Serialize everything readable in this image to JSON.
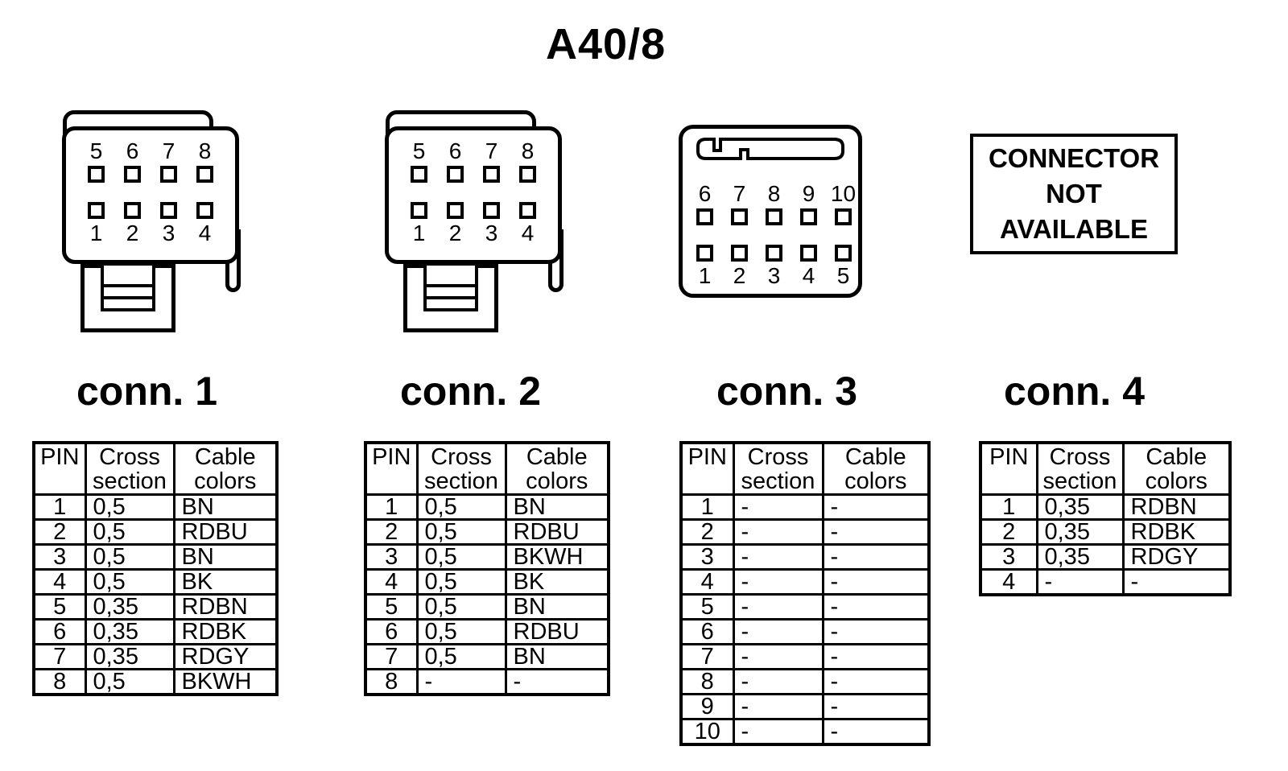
{
  "title": "A40/8",
  "colors": {
    "ink": "#000000",
    "paper": "#ffffff"
  },
  "table_headers": [
    "PIN",
    "Cross section",
    "Cable colors"
  ],
  "connectors": [
    {
      "label": "conn. 1",
      "drawing": "8-pin-plug",
      "top_pins": [
        "5",
        "6",
        "7",
        "8"
      ],
      "bottom_pins": [
        "1",
        "2",
        "3",
        "4"
      ],
      "table": {
        "headers": [
          "PIN",
          "Cross section",
          "Cable colors"
        ],
        "rows": [
          [
            "1",
            "0,5",
            "BN"
          ],
          [
            "2",
            "0,5",
            "RDBU"
          ],
          [
            "3",
            "0,5",
            "BN"
          ],
          [
            "4",
            "0,5",
            "BK"
          ],
          [
            "5",
            "0,35",
            "RDBN"
          ],
          [
            "6",
            "0,35",
            "RDBK"
          ],
          [
            "7",
            "0,35",
            "RDGY"
          ],
          [
            "8",
            "0,5",
            "BKWH"
          ]
        ]
      }
    },
    {
      "label": "conn. 2",
      "drawing": "8-pin-plug",
      "top_pins": [
        "5",
        "6",
        "7",
        "8"
      ],
      "bottom_pins": [
        "1",
        "2",
        "3",
        "4"
      ],
      "table": {
        "headers": [
          "PIN",
          "Cross section",
          "Cable colors"
        ],
        "rows": [
          [
            "1",
            "0,5",
            "BN"
          ],
          [
            "2",
            "0,5",
            "RDBU"
          ],
          [
            "3",
            "0,5",
            "BKWH"
          ],
          [
            "4",
            "0,5",
            "BK"
          ],
          [
            "5",
            "0,5",
            "BN"
          ],
          [
            "6",
            "0,5",
            "RDBU"
          ],
          [
            "7",
            "0,5",
            "BN"
          ],
          [
            "8",
            "-",
            "-"
          ]
        ]
      }
    },
    {
      "label": "conn. 3",
      "drawing": "10-pin-socket",
      "top_pins": [
        "6",
        "7",
        "8",
        "9",
        "10"
      ],
      "bottom_pins": [
        "1",
        "2",
        "3",
        "4",
        "5"
      ],
      "table": {
        "headers": [
          "PIN",
          "Cross section",
          "Cable colors"
        ],
        "rows": [
          [
            "1",
            "-",
            "-"
          ],
          [
            "2",
            "-",
            "-"
          ],
          [
            "3",
            "-",
            "-"
          ],
          [
            "4",
            "-",
            "-"
          ],
          [
            "5",
            "-",
            "-"
          ],
          [
            "6",
            "-",
            "-"
          ],
          [
            "7",
            "-",
            "-"
          ],
          [
            "8",
            "-",
            "-"
          ],
          [
            "9",
            "-",
            "-"
          ],
          [
            "10",
            "-",
            "-"
          ]
        ]
      }
    },
    {
      "label": "conn. 4",
      "drawing": "not-available",
      "na_lines": [
        "CONNECTOR",
        "NOT",
        "AVAILABLE"
      ],
      "table": {
        "headers": [
          "PIN",
          "Cross section",
          "Cable colors"
        ],
        "rows": [
          [
            "1",
            "0,35",
            "RDBN"
          ],
          [
            "2",
            "0,35",
            "RDBK"
          ],
          [
            "3",
            "0,35",
            "RDGY"
          ],
          [
            "4",
            "-",
            "-"
          ]
        ]
      }
    }
  ]
}
